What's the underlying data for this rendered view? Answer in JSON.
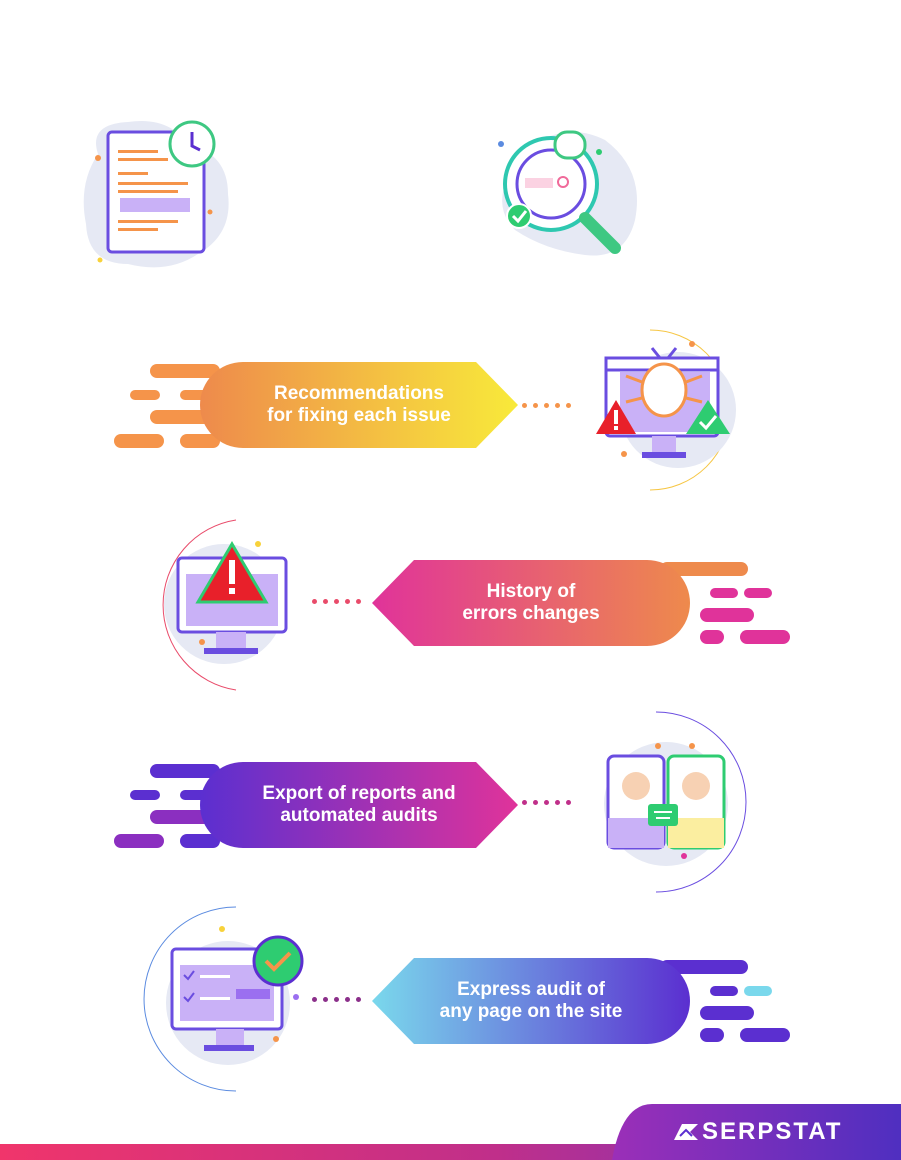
{
  "header": {
    "faint_title": ""
  },
  "top_features": [
    {
      "faint_lines": [
        "",
        "",
        ""
      ]
    },
    {
      "faint_lines": [
        "",
        "",
        ""
      ]
    }
  ],
  "features": [
    {
      "line1": "Recommendations",
      "line2": "for fixing each issue"
    },
    {
      "line1": "History of",
      "line2": "errors changes"
    },
    {
      "line1": "Export of reports and",
      "line2": "automated audits"
    },
    {
      "line1": "Express audit of",
      "line2": "any page on the site"
    }
  ],
  "illustrations": {
    "i1": "timer-document-icon",
    "i2": "magnifier-check-icon",
    "i3": "bug-monitor-icon",
    "i4": "warning-monitor-icon",
    "i5": "compare-phones-icon",
    "i6": "check-monitor-icon"
  },
  "colors": {
    "orange": "#f5944a",
    "yellow": "#f8e53a",
    "pink": "#e0339a",
    "purple": "#5b2fd0",
    "cyan": "#6fd6e8",
    "green": "#2ecc71",
    "red": "#e8202a"
  },
  "brand": {
    "name": "SERPSTAT"
  }
}
